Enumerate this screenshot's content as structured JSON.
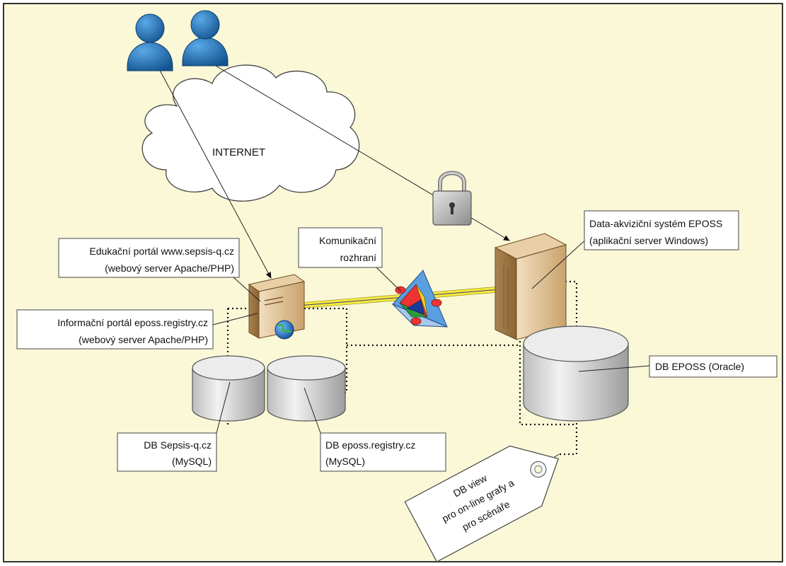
{
  "labels": {
    "internet": "INTERNET",
    "komunikacni_line1": "Komunikační",
    "komunikacni_line2": "rozhraní",
    "edukacni_line1": "Edukační portál www.sepsis-q.cz",
    "edukacni_line2": "(webový server Apache/PHP)",
    "informacni_line1": "Informační portál eposs.registry.cz",
    "informacni_line2": "(webový server Apache/PHP)",
    "data_akvizicni_line1": "Data-akviziční systém EPOSS",
    "data_akvizicni_line2": "(aplikační server Windows)",
    "db_eposs": "DB EPOSS (Oracle)",
    "db_sepsis_line1": "DB Sepsis-q.cz",
    "db_sepsis_line2": "(MySQL)",
    "db_registry_line1": "DB eposs.registry.cz",
    "db_registry_line2": "(MySQL)",
    "tag_line1": "DB view",
    "tag_line2": "pro on-line grafy a",
    "tag_line3": "pro scénáře"
  },
  "colors": {
    "background": "#fbf8d8",
    "user_blue": "#1f6fb5",
    "server_tan": "#d9b98a",
    "db_gray": "#d8d8d8",
    "link_yellow": "#f5ea3a"
  },
  "icons": [
    "user-icon",
    "cloud-icon",
    "padlock-icon",
    "server-icon",
    "globe-icon",
    "database-icon",
    "interface-icon",
    "tag-icon"
  ]
}
